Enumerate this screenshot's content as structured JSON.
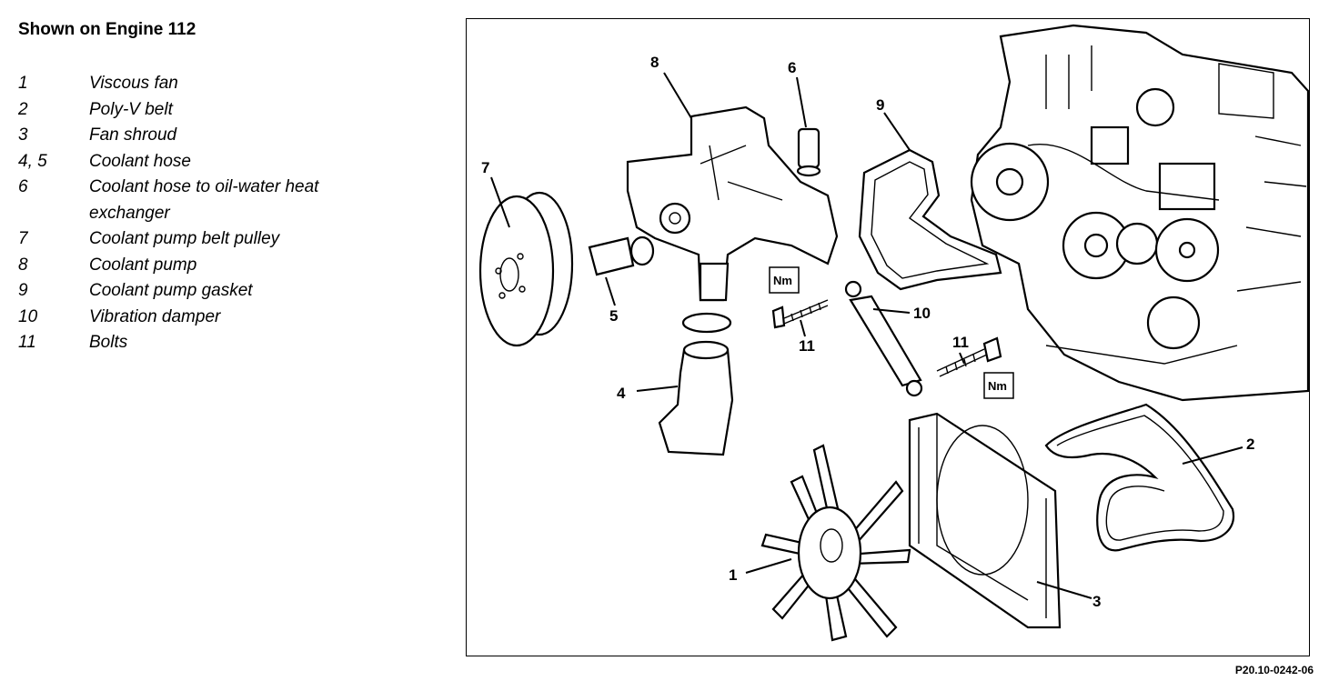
{
  "title": "Shown on Engine 112",
  "legend": [
    {
      "num": "1",
      "desc": "Viscous fan"
    },
    {
      "num": "2",
      "desc": "Poly-V belt"
    },
    {
      "num": "3",
      "desc": "Fan shroud"
    },
    {
      "num": "4, 5",
      "desc": "Coolant hose"
    },
    {
      "num": "6",
      "desc": "Coolant hose to oil-water heat"
    },
    {
      "num": "",
      "desc": "exchanger"
    },
    {
      "num": "7",
      "desc": "Coolant pump belt pulley"
    },
    {
      "num": "8",
      "desc": "Coolant pump"
    },
    {
      "num": "9",
      "desc": "Coolant pump gasket"
    },
    {
      "num": "10",
      "desc": "Vibration damper"
    },
    {
      "num": "11",
      "desc": "Bolts"
    }
  ],
  "callouts": {
    "c1": "1",
    "c2": "2",
    "c3": "3",
    "c4": "4",
    "c5": "5",
    "c6": "6",
    "c7": "7",
    "c8": "8",
    "c9": "9",
    "c10": "10",
    "c11a": "11",
    "c11b": "11"
  },
  "torque_labels": {
    "nm_a": "Nm",
    "nm_b": "Nm"
  },
  "figure_code": "P20.10-0242-06"
}
